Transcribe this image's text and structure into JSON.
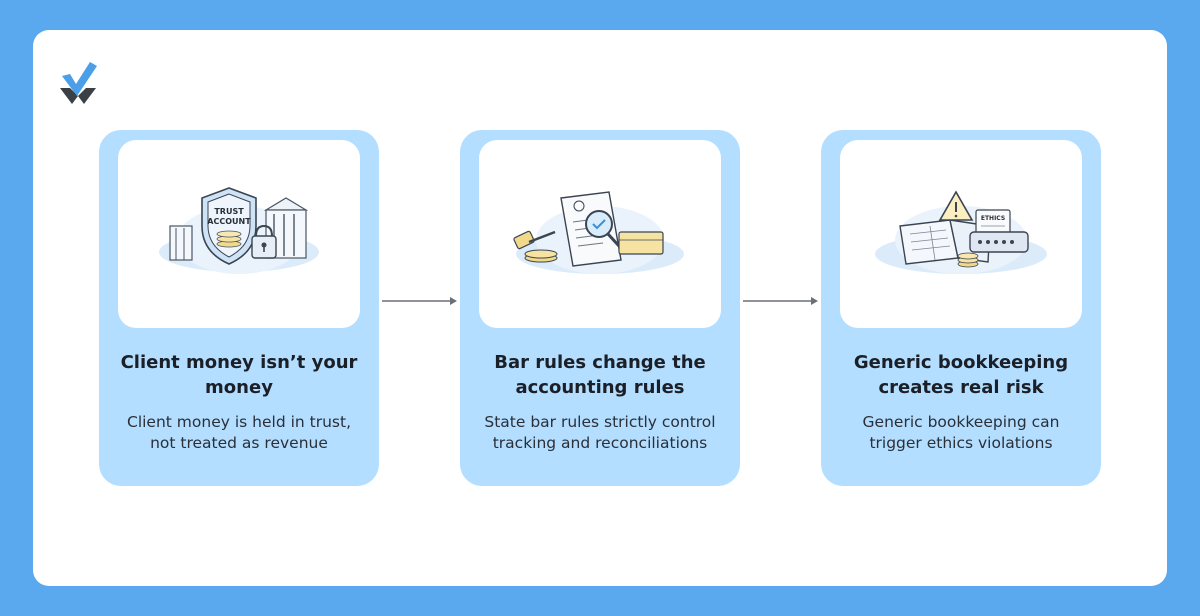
{
  "logo": {
    "icon": "checkmark-x-logo-icon",
    "colors": {
      "check": "#4a9fe8",
      "x": "#3b3f46"
    }
  },
  "steps": [
    {
      "title": "Client money isn’t your money",
      "description": "Client money is held in trust, not treated as revenue",
      "illustration": "trust-account-shield-icon",
      "illustration_text": "TRUST ACCOUNT"
    },
    {
      "title": "Bar rules change the accounting rules",
      "description": "State bar rules strictly control tracking and reconciliations",
      "illustration": "gavel-document-magnifier-icon"
    },
    {
      "title": "Generic bookkeeping creates real risk",
      "description": "Generic bookkeeping can trigger ethics violations",
      "illustration": "ledger-warning-ethics-icon",
      "illustration_text": "ETHICS"
    }
  ],
  "colors": {
    "background": "#5aa9ef",
    "card": "#b3deff",
    "panel": "#ffffff",
    "arrow": "#6b6f76"
  }
}
